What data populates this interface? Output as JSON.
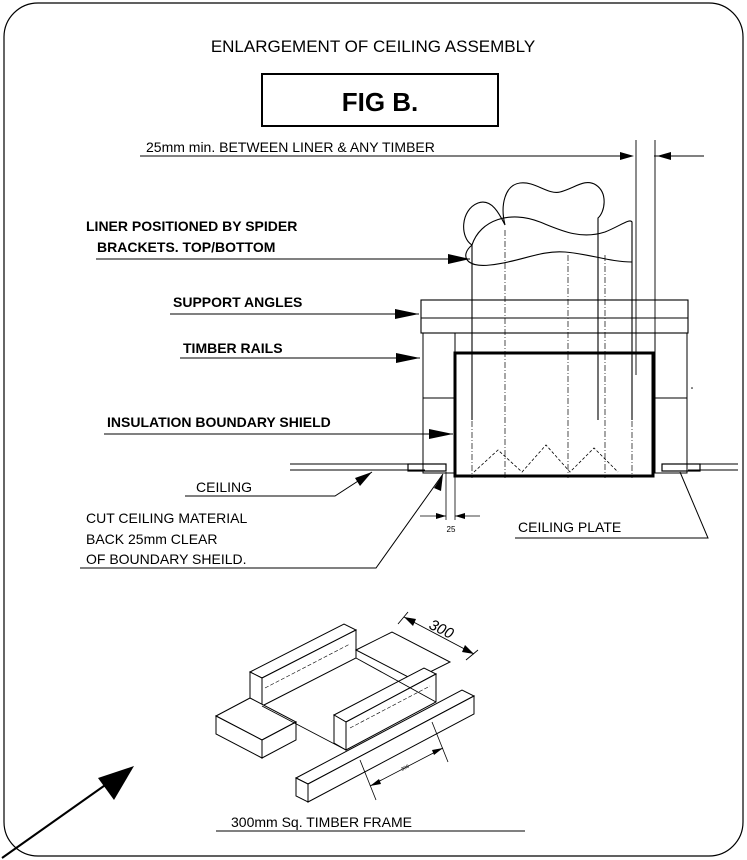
{
  "title": "ENLARGEMENT OF CEILING ASSEMBLY",
  "figure_label": "FIG B.",
  "clearance_note": "25mm min. BETWEEN LINER & ANY TIMBER",
  "labels": {
    "liner_line1": "LINER POSITIONED BY SPIDER",
    "liner_line2": "BRACKETS. TOP/BOTTOM",
    "support_angles": "SUPPORT ANGLES",
    "timber_rails": "TIMBER RAILS",
    "insulation_shield": "INSULATION BOUNDARY SHIELD",
    "ceiling": "CEILING",
    "cut_line1": "CUT CEILING MATERIAL",
    "cut_line2": "BACK 25mm CLEAR",
    "cut_line3": "OF BOUNDARY SHEILD.",
    "ceiling_plate": "CEILING PLATE"
  },
  "dimensions": {
    "gap": "25",
    "frame_size": "300",
    "frame_size_small": "300"
  },
  "frame_caption": "300mm Sq. TIMBER FRAME"
}
